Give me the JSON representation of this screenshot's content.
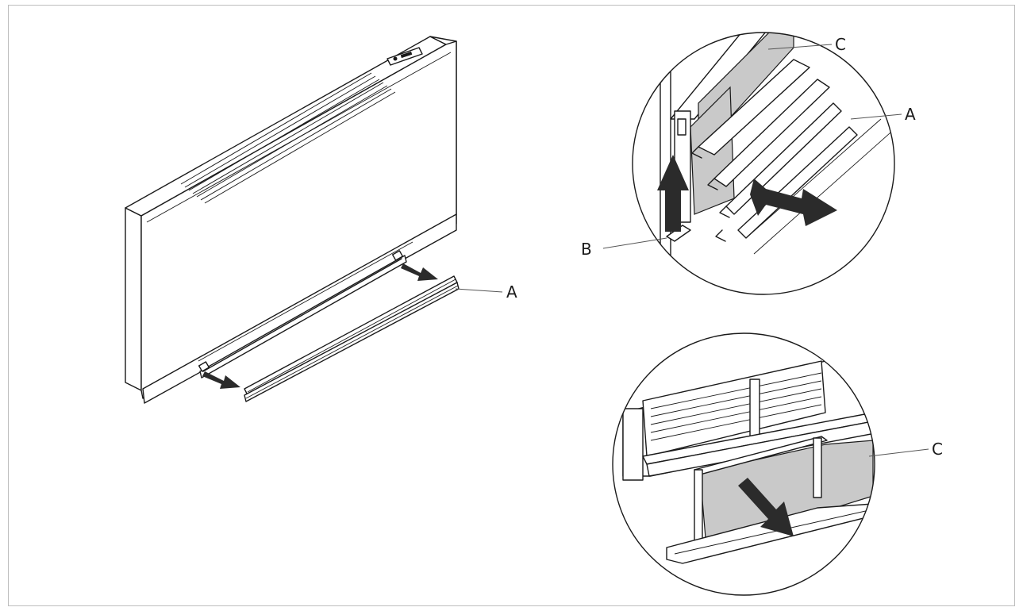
{
  "labels": {
    "main_a": "A",
    "top_c": "C",
    "top_a": "A",
    "top_b": "B",
    "bottom_c": "C"
  },
  "colors": {
    "line": "#1a1a1a",
    "panel_fill": "#c9c9c9",
    "arrow": "#2b2b2b",
    "frame": "#bdbdbd"
  }
}
